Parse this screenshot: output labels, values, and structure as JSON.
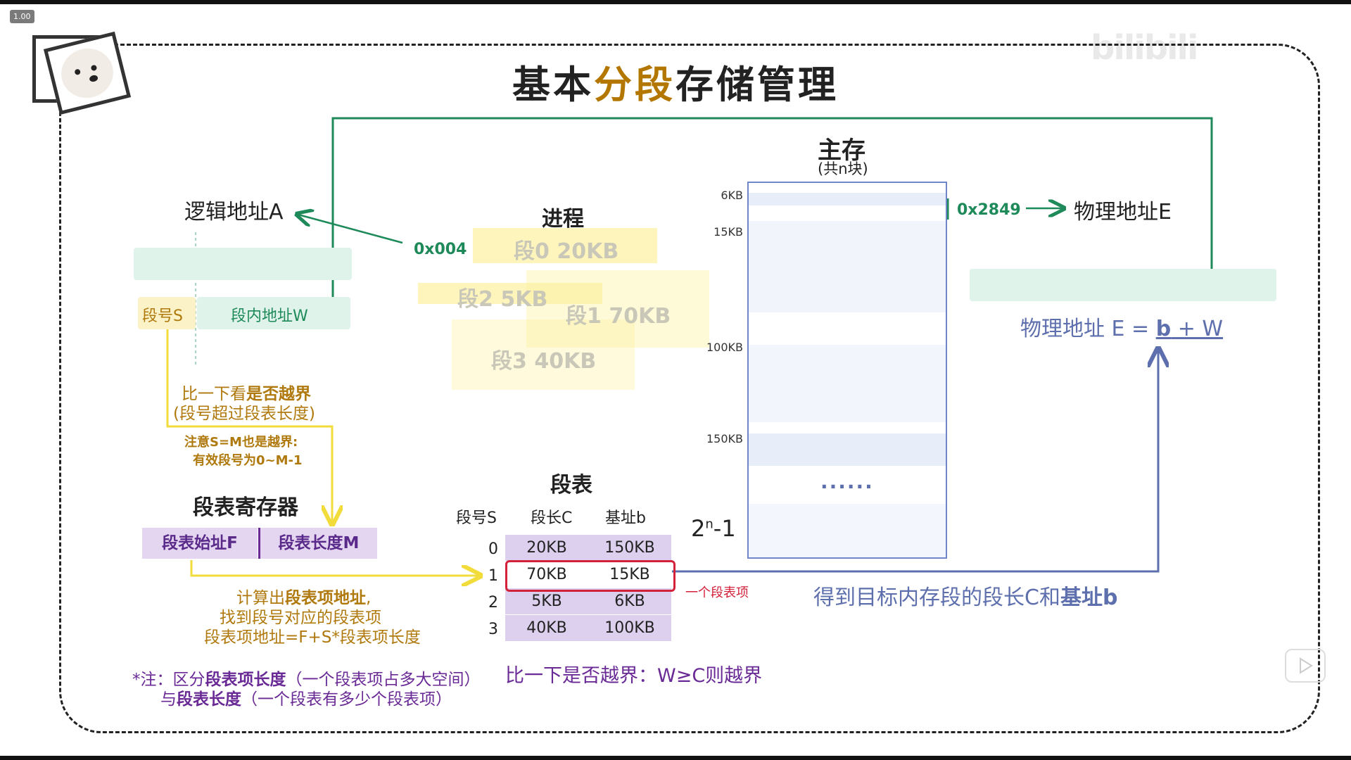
{
  "player": {
    "speed": "1.00",
    "watermark": "bilibili"
  },
  "title": {
    "part1": "基本",
    "highlight": "分段",
    "part2": "存储管理"
  },
  "logical": {
    "label": "逻辑地址A",
    "seg_no": "段号S",
    "offset": "段内地址W",
    "hex": "0x004"
  },
  "process": {
    "label": "进程",
    "segments": [
      "段0  20KB",
      "段2   5KB",
      "段1  70KB",
      "段3  40KB"
    ]
  },
  "memory": {
    "title": "主存",
    "subtitle": "(共n块)",
    "addresses": [
      "6KB",
      "15KB",
      "100KB",
      "150KB"
    ],
    "last": "2",
    "last_sup": "n",
    "last_suffix": "-1",
    "ellipsis": "......",
    "hex": "0x2849"
  },
  "physical": {
    "label": "物理地址E",
    "formula_prefix": "物理地址 E = ",
    "formula_b": "b",
    "formula_rest": " + W"
  },
  "check": {
    "line1a": "比一下看",
    "line1b": "是否越界",
    "line2": "(段号超过段表长度)",
    "note1": "注意S=M也是越界:",
    "note2": "有效段号为0~M-1"
  },
  "register": {
    "title": "段表寄存器",
    "start": "段表始址F",
    "length": "段表长度M"
  },
  "compute": {
    "l1a": "计算出",
    "l1b": "段表项地址",
    "l1c": ",",
    "l2": "找到段号对应的段表项",
    "l3": "段表项地址=F+S*段表项长度"
  },
  "note": {
    "l1a": "*注：区分",
    "l1b": "段表项长度",
    "l1c": "（一个段表项占多大空间）",
    "l2a": "与",
    "l2b": "段表长度",
    "l2c": "（一个段表有多少个段表项）"
  },
  "segtable": {
    "title": "段表",
    "headers": [
      "段号S",
      "段长C",
      "基址b"
    ],
    "rows": [
      {
        "s": "0",
        "c": "20KB",
        "b": "150KB"
      },
      {
        "s": "1",
        "c": "70KB",
        "b": "15KB"
      },
      {
        "s": "2",
        "c": "5KB",
        "b": "6KB"
      },
      {
        "s": "3",
        "c": "40KB",
        "b": "100KB"
      }
    ],
    "entry_label": "一个段表项"
  },
  "result": {
    "text_a": "得到目标内存段的段长C和",
    "text_b": "基址b"
  },
  "bound_check": "比一下是否越界：W≥C则越界",
  "colors": {
    "green": "#1e8a5a",
    "yellow": "#f2dc3c",
    "purple": "#6a2a96",
    "blue": "#5e6fad",
    "red": "#d4213a"
  }
}
